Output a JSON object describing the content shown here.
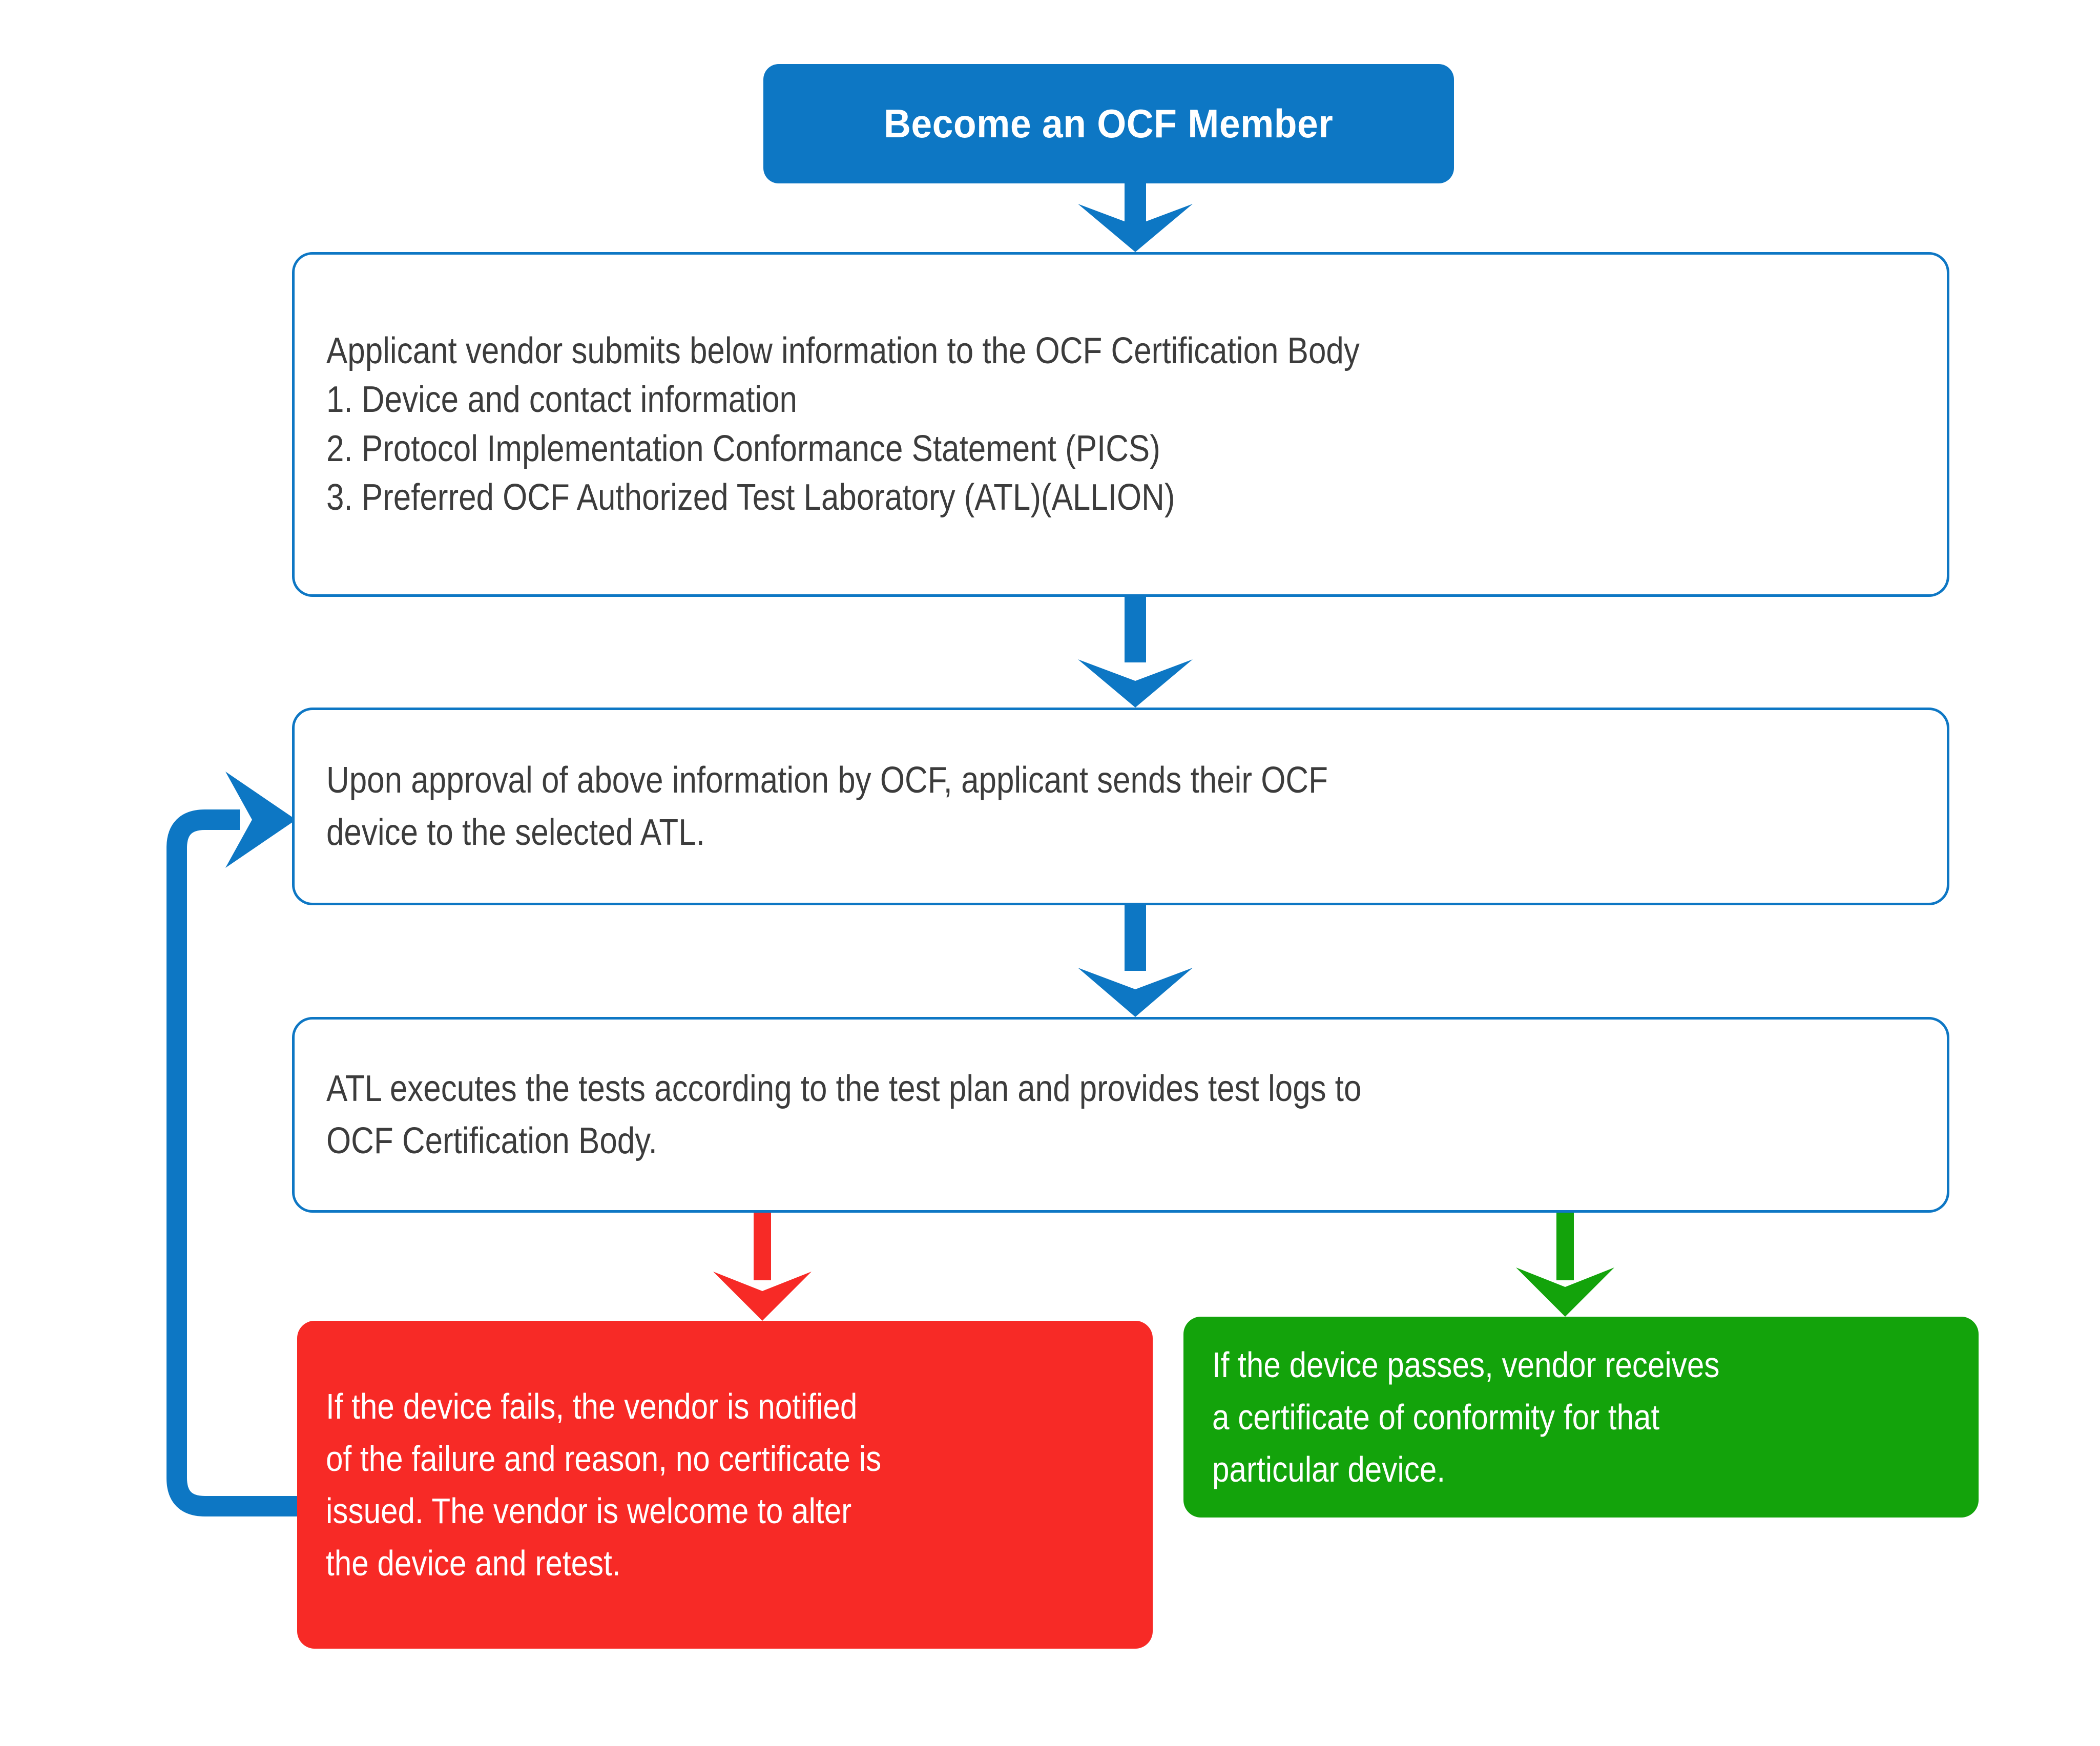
{
  "diagram": {
    "title_node": {
      "label": "Become an OCF Member"
    },
    "submit_node": {
      "lines": [
        "Applicant vendor submits below information to the OCF Certification Body",
        "1. Device and contact information",
        "2. Protocol Implementation Conformance Statement (PICS)",
        "3. Preferred OCF Authorized Test Laboratory (ATL)(ALLION)"
      ]
    },
    "approval_node": {
      "lines": [
        "Upon approval of above information by OCF, applicant sends their OCF",
        "device to the selected ATL."
      ]
    },
    "atl_node": {
      "lines": [
        "ATL executes the tests according to the test plan and provides test logs to",
        "OCF Certification Body."
      ]
    },
    "fail_node": {
      "lines": [
        "If the device fails, the vendor is notified",
        "of the failure and reason, no certificate is",
        "issued. The vendor is welcome to alter",
        "the device and retest."
      ]
    },
    "pass_node": {
      "lines": [
        "If the device passes, vendor receives",
        "a certificate of conformity for that",
        "particular device."
      ]
    },
    "colors": {
      "brand_blue": "#0D77C4",
      "outline_blue": "#0E77C4",
      "fail_red": "#F72A26",
      "pass_green": "#13A30B",
      "body_text": "#3C3C3C",
      "on_color_text": "#FFFFFF",
      "canvas": "#FFFFFF"
    },
    "connectors": [
      {
        "name": "title-to-submit",
        "color": "#0D77C4",
        "direction": "down"
      },
      {
        "name": "submit-to-approval",
        "color": "#0D77C4",
        "direction": "down"
      },
      {
        "name": "approval-to-atl",
        "color": "#0D77C4",
        "direction": "down"
      },
      {
        "name": "atl-to-fail",
        "color": "#F72A26",
        "direction": "down"
      },
      {
        "name": "atl-to-pass",
        "color": "#13A30B",
        "direction": "down"
      },
      {
        "name": "fail-back-to-approval",
        "color": "#0D77C4",
        "direction": "loop-left-up"
      }
    ]
  }
}
